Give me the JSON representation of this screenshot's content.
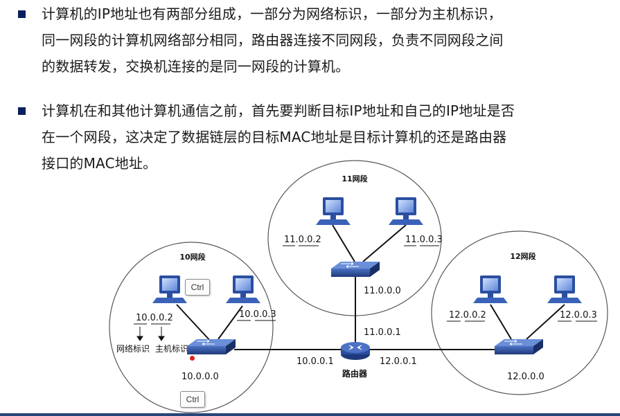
{
  "bullets": [
    {
      "lines": [
        "计算机的IP地址也有两部分组成，一部分为网络标识，一部分为主机标识，",
        "同一网段的计算机网络部分相同，路由器连接不同网段，负责不同网段之间",
        "的数据转发，交换机连接的是同一网段的计算机。"
      ]
    },
    {
      "lines": [
        "计算机在和其他计算机通信之前，首先要判断目标IP地址和自己的IP地址是否",
        "在一个网段，这决定了数据链层的目标MAC地址是目标计算机的还是路由器",
        "接口的MAC地址。"
      ]
    }
  ],
  "diagram": {
    "segments": {
      "seg10": {
        "title": "10网段",
        "network": "10.0.0.0",
        "pc1_ip": "10.0.0.2",
        "pc2_ip": "10.0.0.3",
        "net_id_label": "网络标识",
        "host_id_label": "主机标识"
      },
      "seg11": {
        "title": "11网段",
        "network": "11.0.0.0",
        "pc1_ip": "11.0.0.2",
        "pc2_ip": "11.0.0.3"
      },
      "seg12": {
        "title": "12网段",
        "network": "12.0.0.0",
        "pc1_ip": "12.0.0.2",
        "pc2_ip": "12.0.0.3"
      }
    },
    "router": {
      "label": "路由器",
      "if10": "10.0.0.1",
      "if11": "11.0.0.1",
      "if12": "12.0.0.1"
    },
    "colors": {
      "device_blue": "#2b4ea0",
      "switch_dark": "#1e3a7a",
      "circle_stroke": "#555555",
      "link": "#111111"
    }
  },
  "tooltips": {
    "ctrl1": "Ctrl",
    "ctrl2": "Ctrl"
  },
  "theme": {
    "marker": "#0b1f5e",
    "bottom_bar": "#27457a"
  }
}
